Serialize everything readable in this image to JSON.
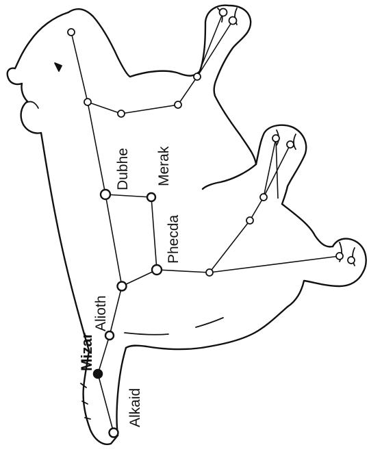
{
  "colors": {
    "ink": "#111111",
    "paper": "#ffffff"
  },
  "labels": {
    "dubhe": "Dubhe",
    "merak": "Merak",
    "phecda": "Phecda",
    "alioth": "Alioth",
    "mizar": "Mizar",
    "alkaid": "Alkaid"
  }
}
